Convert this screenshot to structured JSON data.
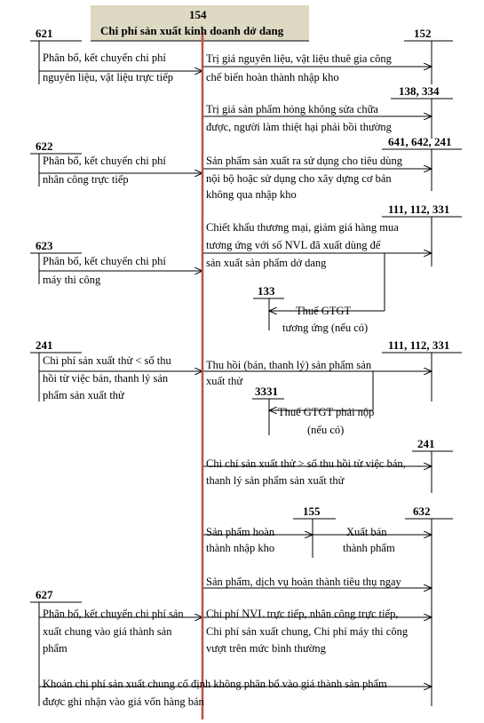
{
  "header": {
    "account": "154",
    "title": "Chi phí sản xuất kinh doanh dở dang",
    "bg_color": "#ddd9c3",
    "axis_color": "#c0504d"
  },
  "left_accounts": {
    "a621": "621",
    "a622": "622",
    "a623": "623",
    "a241": "241",
    "a627": "627"
  },
  "right_accounts": {
    "a152": "152",
    "a138": "138, 334",
    "a641": "641, 642, 241",
    "a111a": "111, 112, 331",
    "a133": "133",
    "a111b": "111, 112, 331",
    "a3331": "3331",
    "a241": "241",
    "a155": "155",
    "a632": "632"
  },
  "left_entries": {
    "e621": [
      "Phân bổ, kết chuyển chi phí",
      "nguyên liệu, vật liệu trực tiếp"
    ],
    "e622": [
      "Phân bổ, kết chuyển chi phí",
      "nhân công trực tiếp"
    ],
    "e623": [
      "Phân bổ, kết chuyển chi phí",
      "máy thi công"
    ],
    "e241": [
      "Chi phí sản xuất thử < số thu",
      "hồi từ việc bán, thanh lý sản",
      "phẩm sản xuất thử"
    ],
    "e627": [
      "Phân bổ, kết chuyển chi phí sản",
      "xuất chung vào giá thành sản",
      "phẩm"
    ]
  },
  "right_entries": {
    "r152": [
      "Trị giá nguyên liệu, vật liệu thuê gia công",
      "chế biến hoàn thành nhập kho"
    ],
    "r138": [
      "Trị giá sản phẩm hỏng không sửa chữa",
      "được, người làm thiệt hại phải bồi thường"
    ],
    "r641": [
      "Sản phẩm sản xuất ra sử dụng cho tiêu dùng",
      "nội bộ hoặc sử dụng cho xây dựng cơ bản",
      "không qua nhập kho"
    ],
    "r111a": [
      "Chiết khấu thương mại, giảm giá hàng mua",
      "tương ứng với số NVL đã xuất dùng để",
      "sản xuất sản phẩm dở dang"
    ],
    "r133": [
      "Thuế GTGT",
      "tương ứng (nếu có)"
    ],
    "r111b": [
      "Thu hồi (bán, thanh lý) sản phẩm sản",
      "xuất thử"
    ],
    "r3331": [
      "Thuế GTGT phải nộp",
      "(nếu có)"
    ],
    "r241": [
      "Chi chí sản xuất thử > số thu hồi từ việc bán,",
      "thanh lý sản phẩm sản xuất thử"
    ],
    "r155": [
      "Sản phẩm hoàn",
      "thành nhập kho"
    ],
    "r632a": [
      "Xuất bán",
      "thành phẩm"
    ],
    "r632b": [
      "Sản phẩm, dịch vụ hoàn thành tiêu thụ ngay"
    ],
    "r632c": [
      "Chi phí NVL trực tiếp, nhân công trực tiếp,",
      "Chi phí sản xuất chung, Chi phí máy thi công",
      "vượt trên mức bình thường"
    ],
    "r_bottom": [
      "Khoản chi phí sản xuất chung cố định không phân bổ vào giá thành sản phẩm",
      "được ghi nhận vào giá vốn hàng bán"
    ]
  }
}
